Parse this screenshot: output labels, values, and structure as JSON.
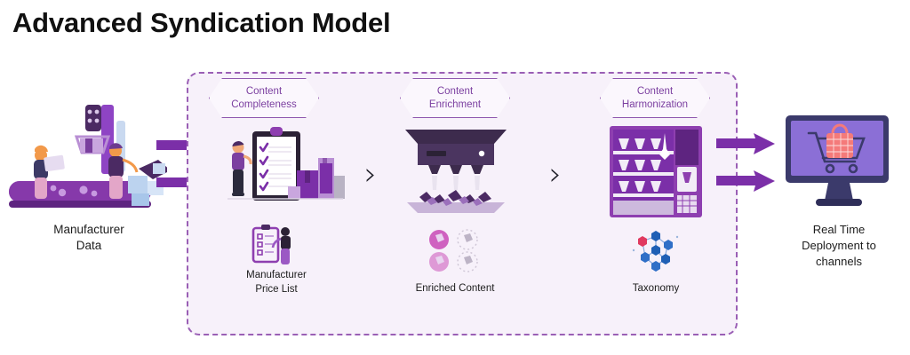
{
  "title": "Advanced Syndication Model",
  "left_node": {
    "label": "Manufacturer Data",
    "label_lines": [
      "Manufacturer",
      "Data"
    ],
    "icon": "factory-conveyor-icon"
  },
  "right_node": {
    "label": "Real Time Deployment to channels",
    "label_lines": [
      "Real Time",
      "Deployment to",
      "channels"
    ],
    "icon": "monitor-shopping-cart-icon"
  },
  "separators": [
    "›",
    "›"
  ],
  "arrows": {
    "inbound_count": 2,
    "outbound_count": 2,
    "color": "#7b2fa8"
  },
  "container": {
    "border_style": "dashed",
    "border_color": "#9a5fb5",
    "background": "#f7f1fa"
  },
  "stages": [
    {
      "title": "Content Completeness",
      "icon": "clipboard-checklist-icon",
      "sub_caption": "Manufacturer Price List",
      "sub_caption_lines": [
        "Manufacturer",
        "Price List"
      ],
      "sub_icon": "price-list-icon"
    },
    {
      "title": "Content Enrichment",
      "icon": "hopper-dispenser-icon",
      "sub_caption": "Enriched Content",
      "sub_caption_lines": [
        "Enriched Content"
      ],
      "sub_icon": "enriched-badges-icon"
    },
    {
      "title": "Content Harmonization",
      "icon": "vending-machine-icon",
      "sub_caption": "Taxonomy",
      "sub_caption_lines": [
        "Taxonomy"
      ],
      "sub_icon": "taxonomy-network-icon"
    }
  ],
  "colors": {
    "primary_purple": "#7b2fa8",
    "badge_text": "#7b3fa0",
    "badge_border": "#8e57ae",
    "container_fill": "#f7f1fa",
    "accent_pink": "#cf62c0",
    "taxonomy_blue": "#1f5fb5",
    "taxonomy_red": "#e0395f",
    "title_text": "#111111",
    "background": "#ffffff"
  }
}
